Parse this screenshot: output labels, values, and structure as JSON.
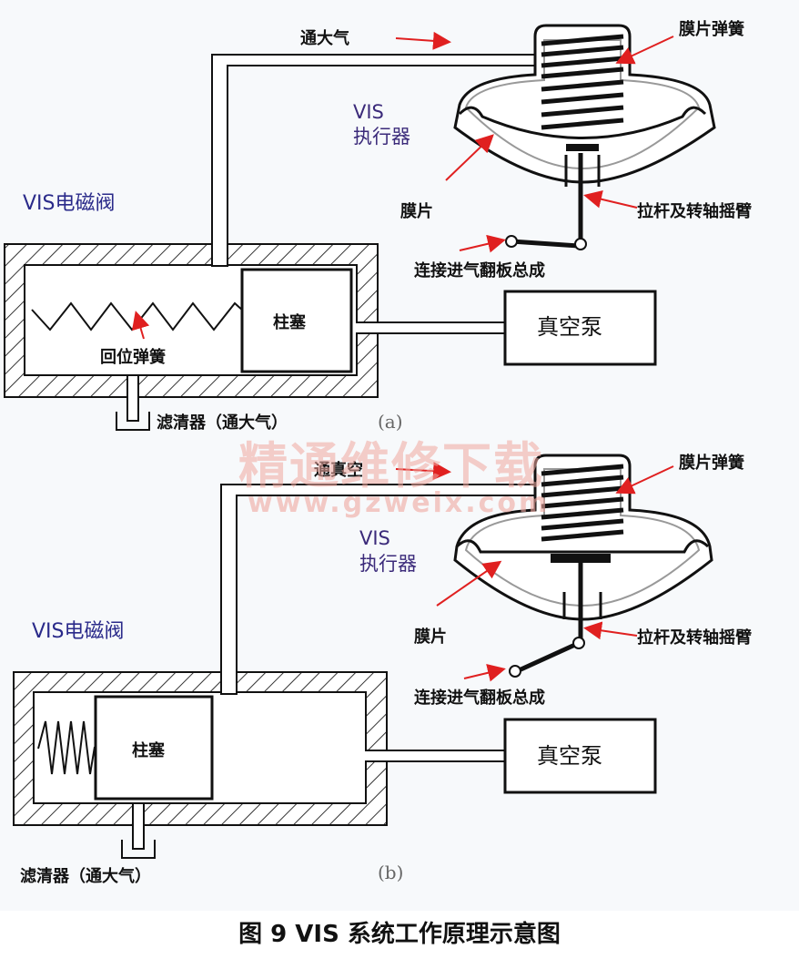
{
  "caption": "图 9 VIS 系统工作原理示意图",
  "watermark": {
    "text": "精通维修下载",
    "url": "www.gzweix.com"
  },
  "panel_a": {
    "tag": "(a)",
    "vent_label": "通大气",
    "valve_title": "VIS电磁阀",
    "actuator_line1": "VIS",
    "actuator_line2": "执行器",
    "diaphragm_spring": "膜片弹簧",
    "diaphragm": "膜片",
    "rod_arm": "拉杆及转轴摇臂",
    "flap_assembly": "连接进气翻板总成",
    "plunger": "柱塞",
    "vacuum_pump": "真空泵",
    "return_spring": "回位弹簧",
    "filter": "滤清器（通大气）"
  },
  "panel_b": {
    "tag": "(b)",
    "vent_label": "通真空",
    "valve_title": "VIS电磁阀",
    "actuator_line1": "VIS",
    "actuator_line2": "执行器",
    "diaphragm_spring": "膜片弹簧",
    "diaphragm": "膜片",
    "rod_arm": "拉杆及转轴摇臂",
    "flap_assembly": "连接进气翻板总成",
    "plunger": "柱塞",
    "vacuum_pump": "真空泵",
    "filter": "滤清器（通大气）"
  },
  "colors": {
    "arrow": "#e02020",
    "outline": "#111111",
    "hatch": "#333333"
  }
}
